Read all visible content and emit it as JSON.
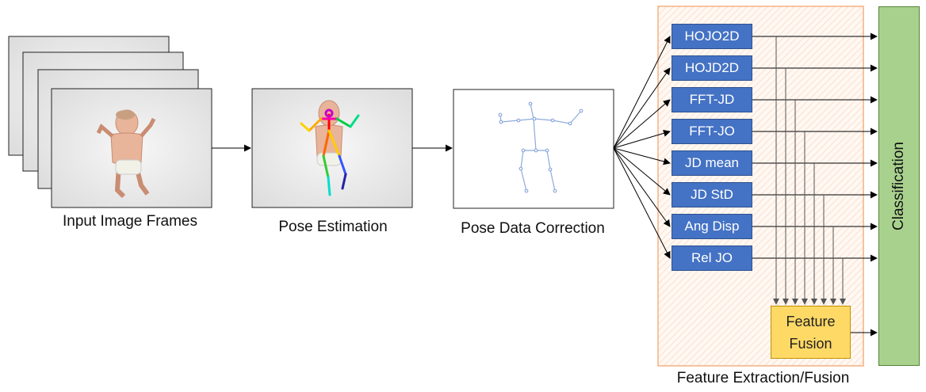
{
  "stages": {
    "input_label": "Input Image Frames",
    "pose_label": "Pose Estimation",
    "correction_label": "Pose Data Correction"
  },
  "features": [
    {
      "label": "HOJO2D"
    },
    {
      "label": "HOJD2D"
    },
    {
      "label": "FFT-JD"
    },
    {
      "label": "FFT-JO"
    },
    {
      "label": "JD mean"
    },
    {
      "label": "JD StD"
    },
    {
      "label": "Ang Disp"
    },
    {
      "label": "Rel JO"
    }
  ],
  "fusion": {
    "line1": "Feature",
    "line2": "Fusion"
  },
  "extraction_region_label": "Feature Extraction/Fusion",
  "classification_label": "Classification",
  "colors": {
    "feature_box": "#4472c4",
    "fusion_box": "#ffd966",
    "classification_box": "#a9d18e",
    "region_border": "#f4b183",
    "skeleton": "#8faadc"
  }
}
